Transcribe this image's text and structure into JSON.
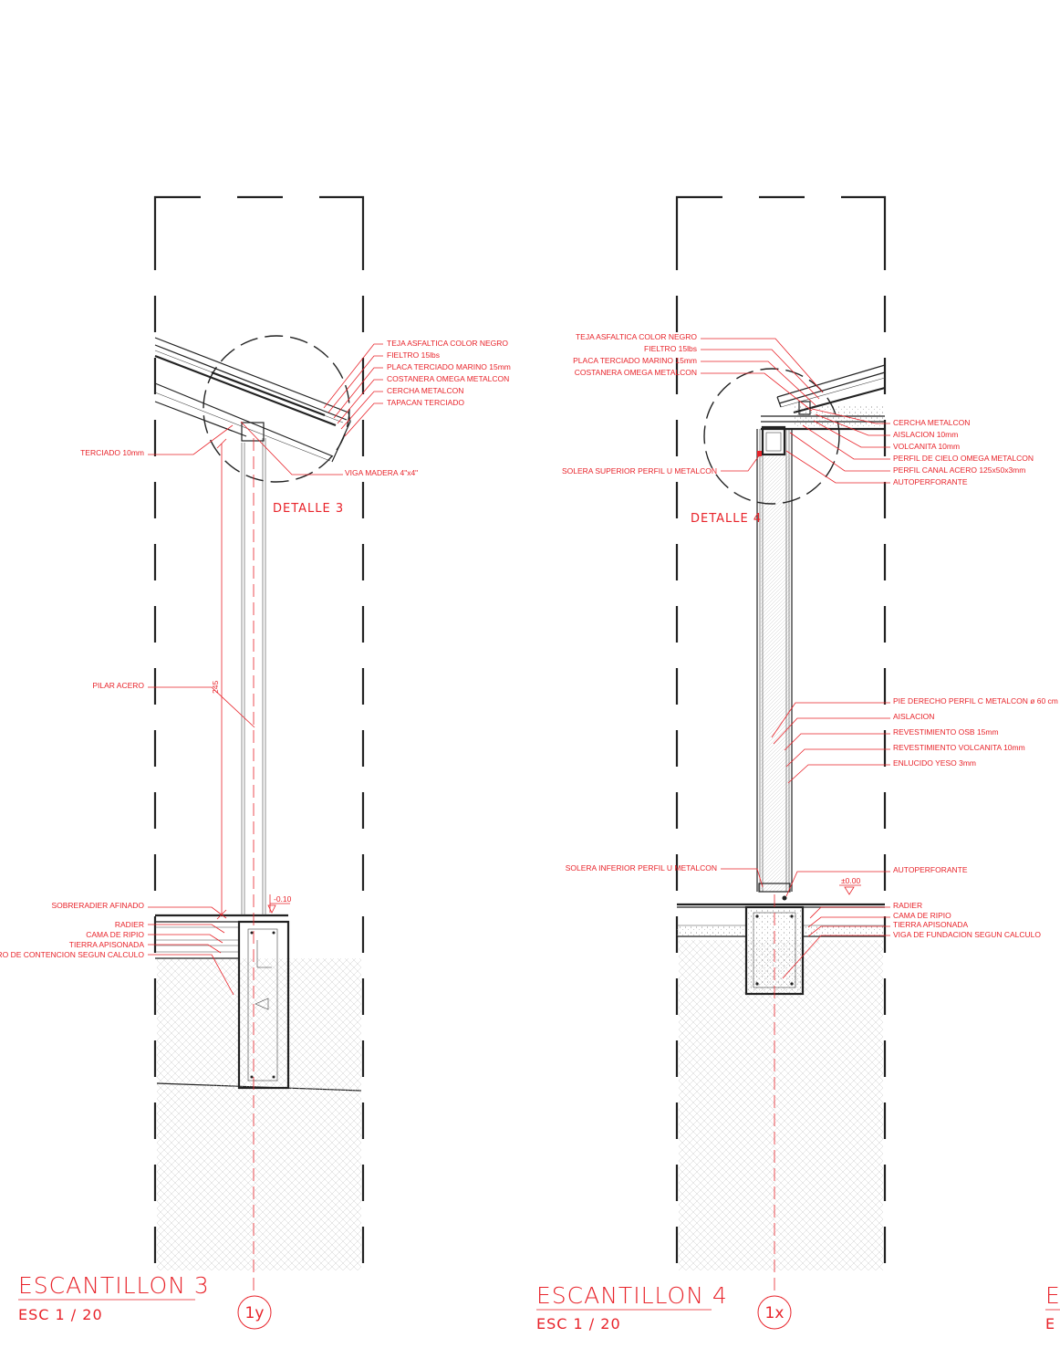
{
  "escantillon3": {
    "title": "ESCANTILLON 3",
    "scale": "ESC 1 / 20",
    "axis": "1y",
    "detail": "DETALLE 3",
    "dimension": "245",
    "level": "-0.10",
    "labels": {
      "teja": "TEJA ASFALTICA COLOR NEGRO",
      "fieltro": "FIELTRO 15lbs",
      "placa": "PLACA TERCIADO MARINO 15mm",
      "costanera": "COSTANERA OMEGA METALCON",
      "cercha": "CERCHA METALCON",
      "tapacan": "TAPACAN TERCIADO",
      "terciado": "TERCIADO 10mm",
      "viga": "VIGA MADERA 4\"x4\"",
      "pilar": "PILAR ACERO",
      "sobreradier": "SOBRERADIER AFINADO",
      "radier": "RADIER",
      "cama": "CAMA DE RIPIO",
      "tierra": "TIERRA APISONADA",
      "muro": "MURO DE CONTENCION SEGUN CALCULO"
    }
  },
  "escantillon4": {
    "title": "ESCANTILLON 4",
    "scale": "ESC 1 / 20",
    "axis": "1x",
    "detail": "DETALLE 4",
    "level": "±0.00",
    "labels": {
      "teja": "TEJA ASFALTICA COLOR NEGRO",
      "fieltro": "FIELTRO 15lbs",
      "placa": "PLACA TERCIADO MARINO 15mm",
      "costanera": "COSTANERA OMEGA METALCON",
      "cercha": "CERCHA METALCON",
      "aislacion10": "AISLACION 10mm",
      "volcanita10": "VOLCANITA 10mm",
      "perfilCielo": "PERFIL DE CIELO OMEGA METALCON",
      "perfilCanal": "PERFIL CANAL ACERO 125x50x3mm",
      "autoperforante1": "AUTOPERFORANTE",
      "soleraSup": "SOLERA SUPERIOR PERFIL U METALCON",
      "pieDerecho": "PIE DERECHO PERFIL C METALCON ø 60 cm",
      "aislacion": "AISLACION",
      "osb": "REVESTIMIENTO OSB 15mm",
      "volcanita": "REVESTIMIENTO VOLCANITA 10mm",
      "enlucido": "ENLUCIDO YESO 3mm",
      "soleraInf": "SOLERA INFERIOR PERFIL U METALCON",
      "autoperforante2": "AUTOPERFORANTE",
      "radier": "RADIER",
      "cama": "CAMA DE RIPIO",
      "tierra": "TIERRA APISONADA",
      "viga": "VIGA DE FUNDACION SEGUN CALCULO"
    }
  },
  "partial": {
    "title": "E",
    "scale": "E"
  }
}
